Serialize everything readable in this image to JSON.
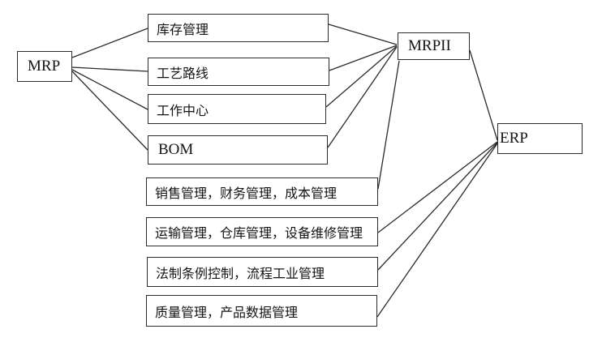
{
  "diagram": {
    "background_color": "#ffffff",
    "line_color": "#2b2b2b",
    "border_color": "#2b2b2b",
    "text_color": "#141414",
    "nodes": {
      "mrp": {
        "label": "MRP"
      },
      "inventory": {
        "label": "库存管理"
      },
      "routing": {
        "label": "工艺路线"
      },
      "workcenter": {
        "label": "工作中心"
      },
      "bom": {
        "label": "BOM"
      },
      "mrpii": {
        "label": "MRPII"
      },
      "erp": {
        "label": "ERP"
      },
      "sales": {
        "label": "销售管理，财务管理，成本管理"
      },
      "transport": {
        "label": "运输管理，仓库管理，设备维修管理"
      },
      "regulation": {
        "label": "法制条例控制，流程工业管理"
      },
      "quality": {
        "label": "质量管理，产品数据管理"
      }
    },
    "edges": [
      {
        "from": "mrp",
        "to": "inventory"
      },
      {
        "from": "mrp",
        "to": "routing"
      },
      {
        "from": "mrp",
        "to": "workcenter"
      },
      {
        "from": "mrp",
        "to": "bom"
      },
      {
        "from": "inventory",
        "to": "mrpii"
      },
      {
        "from": "routing",
        "to": "mrpii"
      },
      {
        "from": "workcenter",
        "to": "mrpii"
      },
      {
        "from": "bom",
        "to": "mrpii"
      },
      {
        "from": "mrpii",
        "to": "sales"
      },
      {
        "from": "mrpii",
        "to": "erp"
      },
      {
        "from": "transport",
        "to": "erp"
      },
      {
        "from": "regulation",
        "to": "erp"
      },
      {
        "from": "quality",
        "to": "erp"
      }
    ]
  }
}
